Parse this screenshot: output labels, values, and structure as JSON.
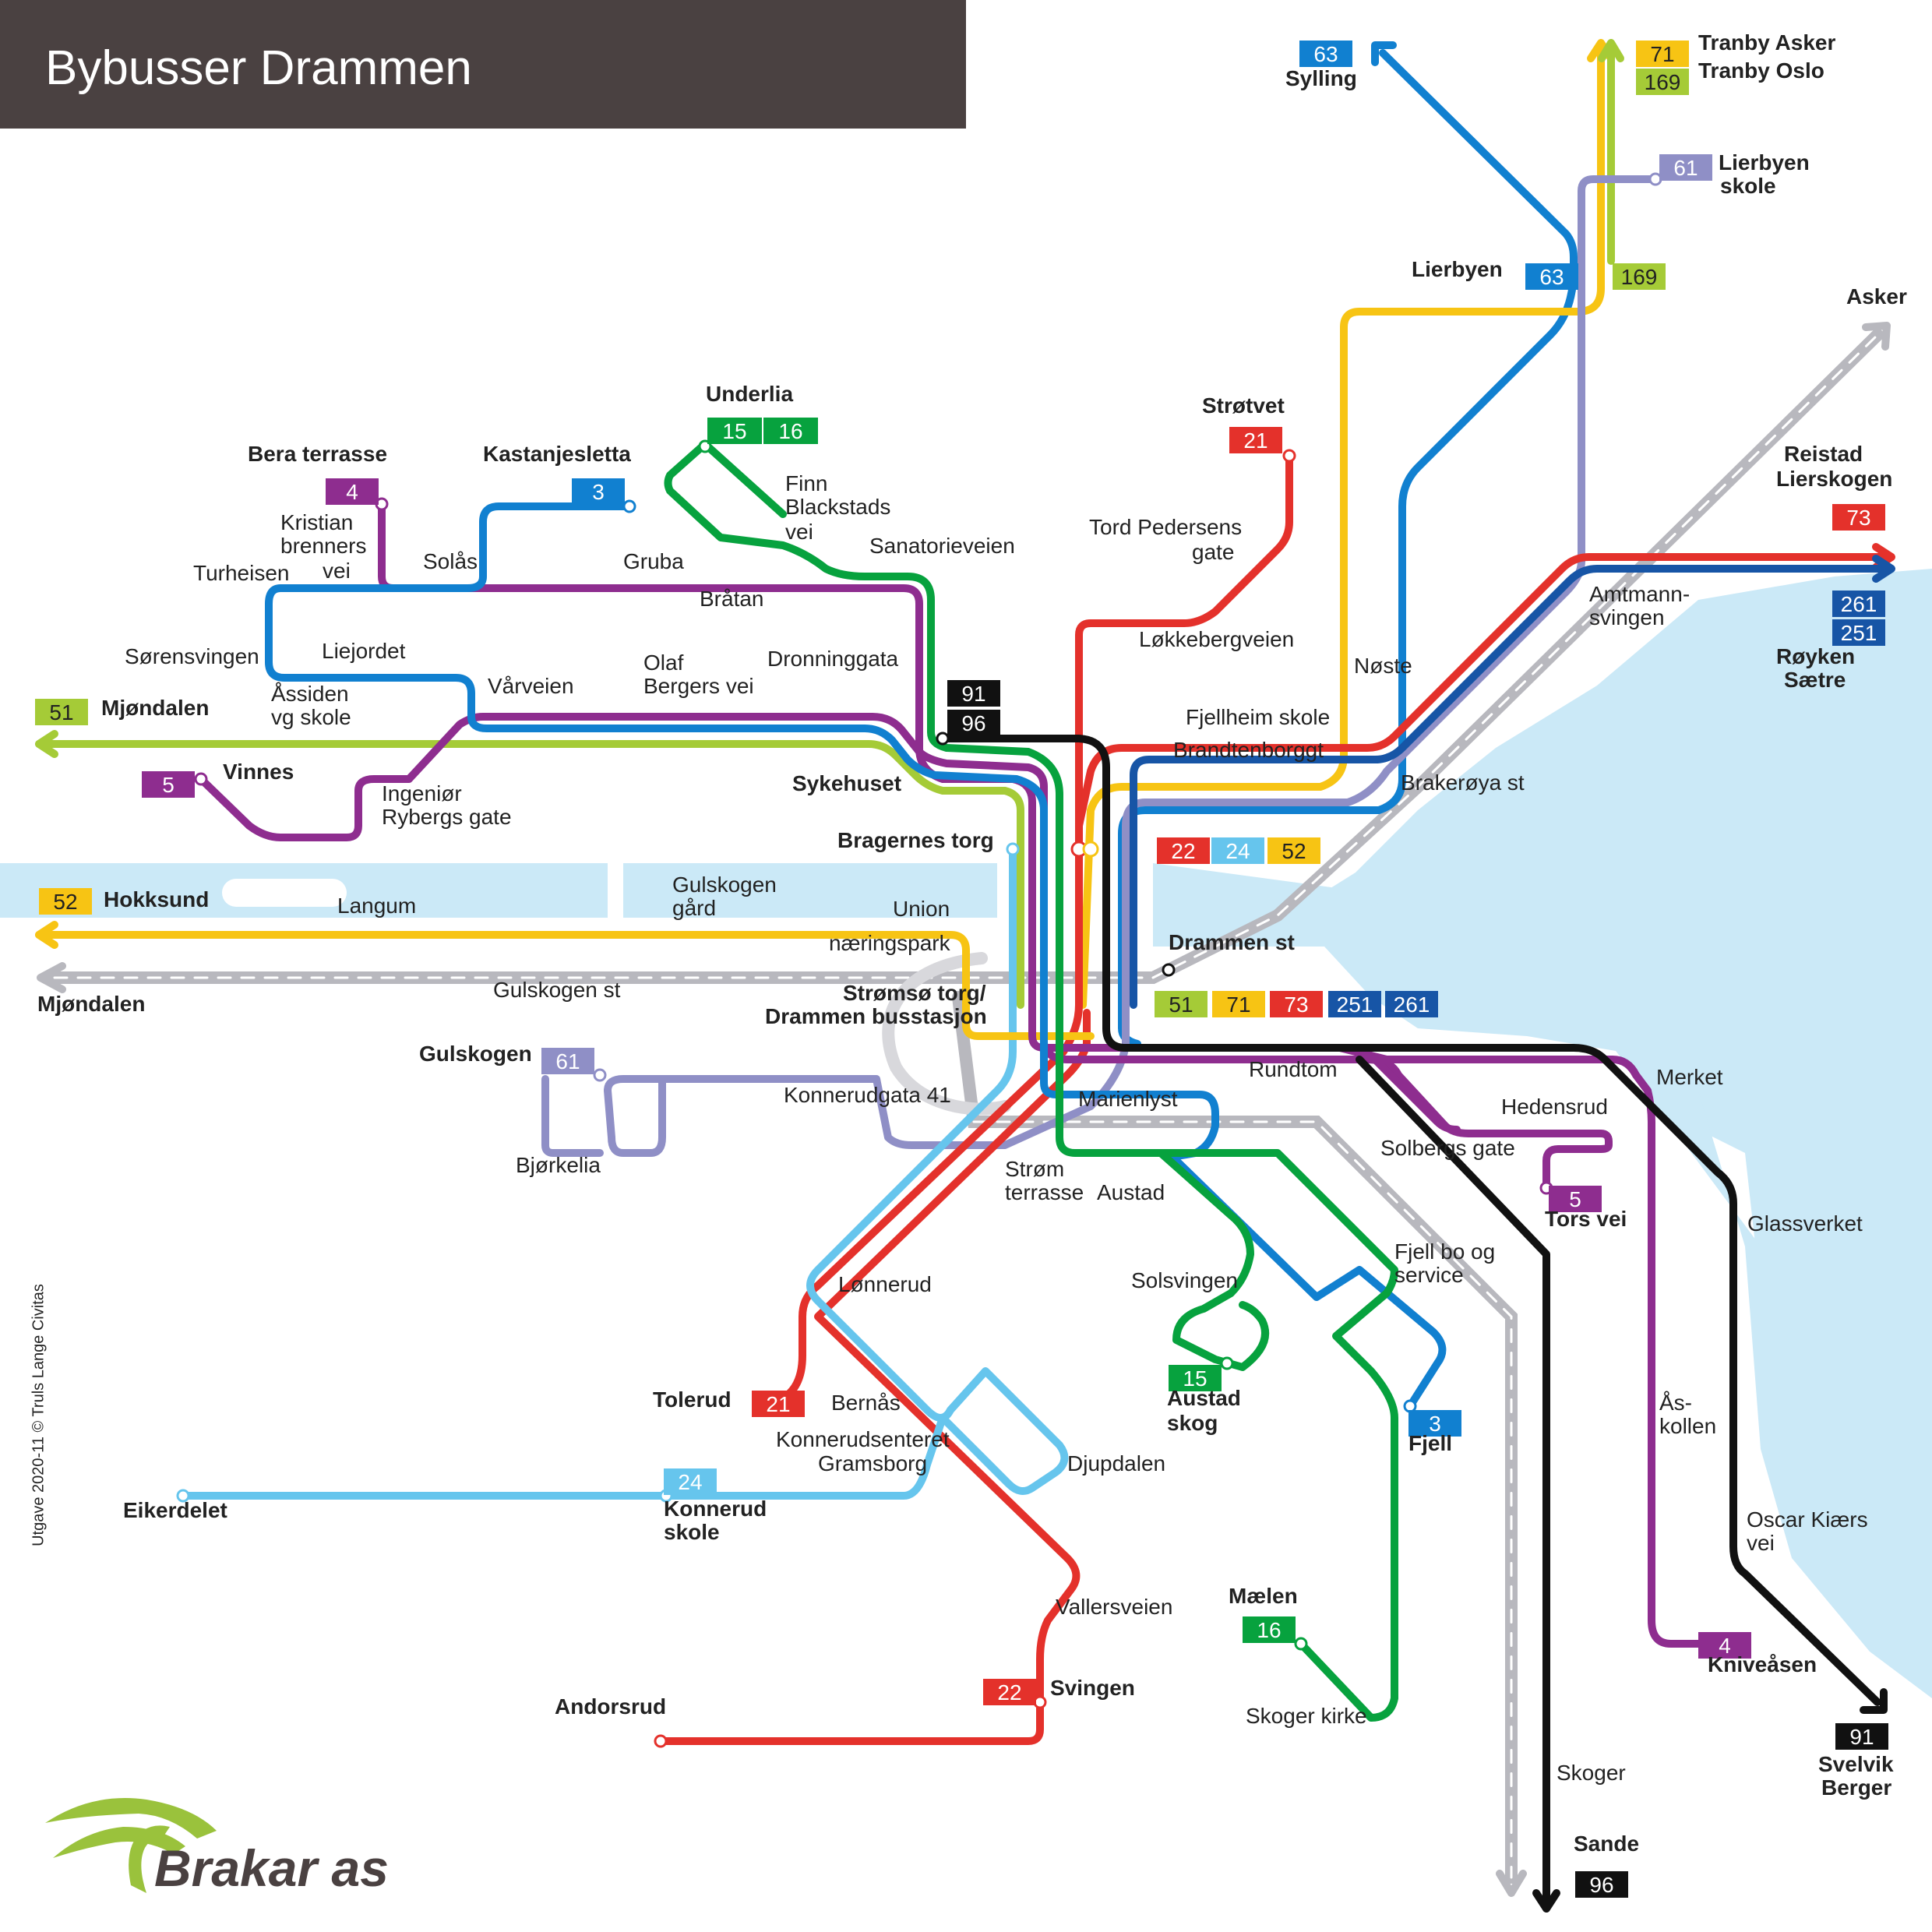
{
  "title": "Bybusser Drammen",
  "edition": "Utgave 2020-11 © Truls Lange Civitas",
  "brand": "Brakar as",
  "colors": {
    "header_bg": "#4a4141",
    "water": "#cbe9f7",
    "rail": "#b8b8be",
    "line_4": "#8e2d8f",
    "line_5": "#8e2d8f",
    "line_3": "#1180d0",
    "line_15_16": "#07a23e",
    "line_21_22_73": "#e4312b",
    "line_24": "#66c5ed",
    "line_51_169": "#a5cb37",
    "line_52_71": "#f7c414",
    "line_61": "#8f8fc6",
    "line_63": "#1180d0",
    "line_91_96": "#111111",
    "line_251_261": "#1755a6",
    "logo": "#9ac23c"
  },
  "route_badges": [
    {
      "text": "63",
      "color": "#1180d0"
    },
    {
      "text": "71",
      "color": "#f7c414"
    },
    {
      "text": "169",
      "color": "#a5cb37"
    },
    {
      "text": "61",
      "color": "#8f8fc6"
    },
    {
      "text": "63",
      "color": "#1180d0"
    },
    {
      "text": "169",
      "color": "#a5cb37"
    },
    {
      "text": "21",
      "color": "#e4312b"
    },
    {
      "text": "73",
      "color": "#e4312b"
    },
    {
      "text": "261",
      "color": "#1755a6"
    },
    {
      "text": "251",
      "color": "#1755a6"
    },
    {
      "text": "15",
      "color": "#07a23e"
    },
    {
      "text": "16",
      "color": "#07a23e"
    },
    {
      "text": "4",
      "color": "#8e2d8f"
    },
    {
      "text": "3",
      "color": "#1180d0"
    },
    {
      "text": "91",
      "color": "#111111"
    },
    {
      "text": "96",
      "color": "#111111"
    },
    {
      "text": "51",
      "color": "#a5cb37"
    },
    {
      "text": "5",
      "color": "#8e2d8f"
    },
    {
      "text": "22",
      "color": "#e4312b"
    },
    {
      "text": "24",
      "color": "#66c5ed"
    },
    {
      "text": "52",
      "color": "#f7c414"
    },
    {
      "text": "52",
      "color": "#f7c414"
    },
    {
      "text": "51",
      "color": "#a5cb37"
    },
    {
      "text": "71",
      "color": "#f7c414"
    },
    {
      "text": "73",
      "color": "#e4312b"
    },
    {
      "text": "251",
      "color": "#1755a6"
    },
    {
      "text": "261",
      "color": "#1755a6"
    },
    {
      "text": "61",
      "color": "#8f8fc6"
    },
    {
      "text": "5",
      "color": "#8e2d8f"
    },
    {
      "text": "21",
      "color": "#e4312b"
    },
    {
      "text": "15",
      "color": "#07a23e"
    },
    {
      "text": "3",
      "color": "#1180d0"
    },
    {
      "text": "24",
      "color": "#66c5ed"
    },
    {
      "text": "16",
      "color": "#07a23e"
    },
    {
      "text": "22",
      "color": "#e4312b"
    },
    {
      "text": "4",
      "color": "#8e2d8f"
    },
    {
      "text": "91",
      "color": "#111111"
    },
    {
      "text": "96",
      "color": "#111111"
    }
  ],
  "stops": [
    {
      "text": "Sylling",
      "bold": true
    },
    {
      "text": "Tranby Asker",
      "bold": true
    },
    {
      "text": "Tranby Oslo",
      "bold": true
    },
    {
      "text": "Lierbyen",
      "bold": true
    },
    {
      "text": "skole",
      "bold": true
    },
    {
      "text": "Lierbyen",
      "bold": true
    },
    {
      "text": "Asker",
      "bold": true
    },
    {
      "text": "Reistad",
      "bold": true
    },
    {
      "text": "Lierskogen",
      "bold": true
    },
    {
      "text": "Røyken",
      "bold": true
    },
    {
      "text": "Sætre",
      "bold": true
    },
    {
      "text": "Strøtvet",
      "bold": true
    },
    {
      "text": "Underlia",
      "bold": true
    },
    {
      "text": "Bera terrasse",
      "bold": true
    },
    {
      "text": "Kastanjesletta",
      "bold": true
    },
    {
      "text": "Mjøndalen",
      "bold": true
    },
    {
      "text": "Vinnes",
      "bold": true
    },
    {
      "text": "Sykehuset",
      "bold": true
    },
    {
      "text": "Bragernes torg",
      "bold": true
    },
    {
      "text": "Hokksund",
      "bold": true
    },
    {
      "text": "Drammen st",
      "bold": true
    },
    {
      "text": "Mjøndalen",
      "bold": true
    },
    {
      "text": "Strømsø torg/",
      "bold": true
    },
    {
      "text": "Drammen busstasjon",
      "bold": true
    },
    {
      "text": "Gulskogen",
      "bold": true
    },
    {
      "text": "Tors vei",
      "bold": true
    },
    {
      "text": "Tolerud",
      "bold": true
    },
    {
      "text": "Austad",
      "bold": true
    },
    {
      "text": "skog",
      "bold": true
    },
    {
      "text": "Fjell",
      "bold": true
    },
    {
      "text": "Eikerdelet",
      "bold": true
    },
    {
      "text": "Konnerud",
      "bold": true
    },
    {
      "text": "skole",
      "bold": true
    },
    {
      "text": "Mælen",
      "bold": true
    },
    {
      "text": "Svingen",
      "bold": true
    },
    {
      "text": "Andorsrud",
      "bold": true
    },
    {
      "text": "Kniveåsen",
      "bold": true
    },
    {
      "text": "Svelvik",
      "bold": true
    },
    {
      "text": "Berger",
      "bold": true
    },
    {
      "text": "Sande",
      "bold": true
    },
    {
      "text": "Finn",
      "bold": false
    },
    {
      "text": "Blackstads",
      "bold": false
    },
    {
      "text": "vei",
      "bold": false
    },
    {
      "text": "Sanatorieveien",
      "bold": false
    },
    {
      "text": "Kristian",
      "bold": false
    },
    {
      "text": "brenners",
      "bold": false
    },
    {
      "text": "vei",
      "bold": false
    },
    {
      "text": "Turheisen",
      "bold": false
    },
    {
      "text": "Solås",
      "bold": false
    },
    {
      "text": "Gruba",
      "bold": false
    },
    {
      "text": "Bråtan",
      "bold": false
    },
    {
      "text": "Tord Pedersens",
      "bold": false
    },
    {
      "text": "gate",
      "bold": false
    },
    {
      "text": "Løkkebergveien",
      "bold": false
    },
    {
      "text": "Amtmann-",
      "bold": false
    },
    {
      "text": "svingen",
      "bold": false
    },
    {
      "text": "Sørensvingen",
      "bold": false
    },
    {
      "text": "Liejordet",
      "bold": false
    },
    {
      "text": "Olaf",
      "bold": false
    },
    {
      "text": "Bergers vei",
      "bold": false
    },
    {
      "text": "Dronninggata",
      "bold": false
    },
    {
      "text": "Nøste",
      "bold": false
    },
    {
      "text": "Vårveien",
      "bold": false
    },
    {
      "text": "Åssiden",
      "bold": false
    },
    {
      "text": "vg skole",
      "bold": false
    },
    {
      "text": "Fjellheim skole",
      "bold": false
    },
    {
      "text": "Brandtenborggt",
      "bold": false
    },
    {
      "text": "Brakerøya st",
      "bold": false
    },
    {
      "text": "Ingeniør",
      "bold": false
    },
    {
      "text": "Rybergs gate",
      "bold": false
    },
    {
      "text": "Gulskogen",
      "bold": false
    },
    {
      "text": "gård",
      "bold": false
    },
    {
      "text": "Langum",
      "bold": false
    },
    {
      "text": "Union",
      "bold": false
    },
    {
      "text": "næringspark",
      "bold": false
    },
    {
      "text": "Gulskogen st",
      "bold": false
    },
    {
      "text": "Rundtom",
      "bold": false
    },
    {
      "text": "Merket",
      "bold": false
    },
    {
      "text": "Konnerudgata 41",
      "bold": false
    },
    {
      "text": "Marienlyst",
      "bold": false
    },
    {
      "text": "Hedensrud",
      "bold": false
    },
    {
      "text": "Solbergs gate",
      "bold": false
    },
    {
      "text": "Strøm",
      "bold": false
    },
    {
      "text": "terrasse",
      "bold": false
    },
    {
      "text": "Austad",
      "bold": false
    },
    {
      "text": "Bjørkelia",
      "bold": false
    },
    {
      "text": "Glassverket",
      "bold": false
    },
    {
      "text": "Fjell bo og",
      "bold": false
    },
    {
      "text": "service",
      "bold": false
    },
    {
      "text": "Lønnerud",
      "bold": false
    },
    {
      "text": "Solsvingen",
      "bold": false
    },
    {
      "text": "Bernås",
      "bold": false
    },
    {
      "text": "Ås-",
      "bold": false
    },
    {
      "text": "kollen",
      "bold": false
    },
    {
      "text": "Konnerudsenteret",
      "bold": false
    },
    {
      "text": "Gramsborg",
      "bold": false
    },
    {
      "text": "Djupdalen",
      "bold": false
    },
    {
      "text": "Oscar Kiærs",
      "bold": false
    },
    {
      "text": "vei",
      "bold": false
    },
    {
      "text": "Vallersveien",
      "bold": false
    },
    {
      "text": "Skoger kirke",
      "bold": false
    },
    {
      "text": "Skoger",
      "bold": false
    }
  ]
}
